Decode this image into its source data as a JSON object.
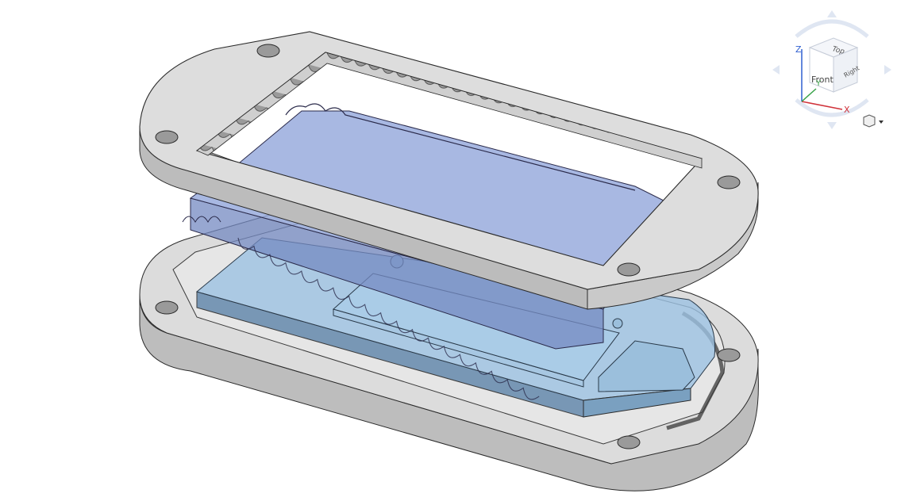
{
  "view_cube": {
    "faces": {
      "top": "Top",
      "front": "Front",
      "right": "Right"
    },
    "axes": {
      "z": "Z",
      "y": "Y",
      "x": "X"
    },
    "axis_colors": {
      "x": "#d0323a",
      "y": "#3aa34a",
      "z": "#2f5fd0"
    }
  },
  "colors": {
    "part_body": "#d8d8d8",
    "part_side": "#b9b9b9",
    "part_edge": "#2a2a2a",
    "transparent_blue": "#8fa4d8",
    "transparent_cyan": "#8fb5d8"
  }
}
